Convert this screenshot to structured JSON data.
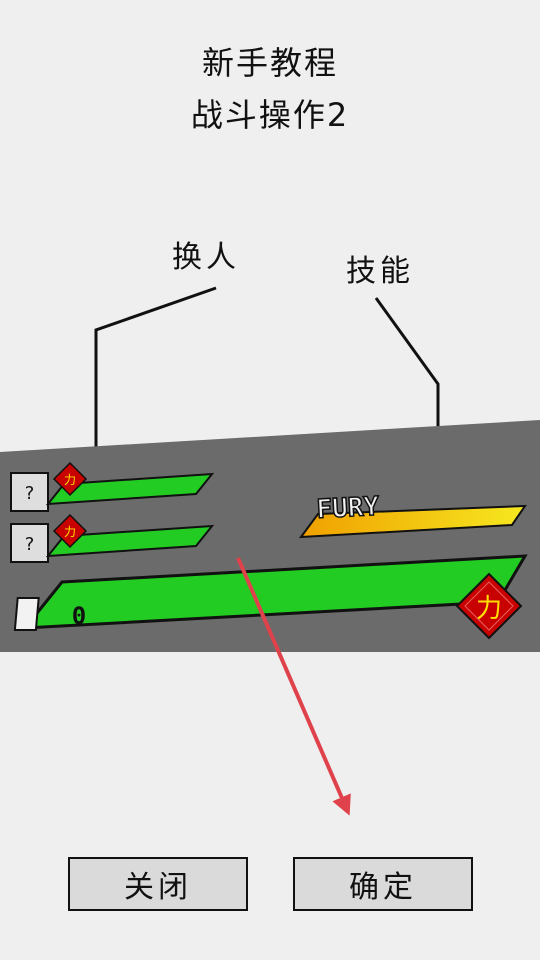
{
  "header": {
    "title": "新手教程",
    "subtitle": "战斗操作2"
  },
  "callouts": {
    "switch_character": "换人",
    "skill": "技能"
  },
  "hud": {
    "slot1_label": "?",
    "slot2_label": "?",
    "power_glyph": "力",
    "fury_label": "FURY",
    "main_counter": "0"
  },
  "buttons": {
    "close": "关闭",
    "confirm": "确定"
  },
  "colors": {
    "background": "#efefef",
    "panel": "#6b6b6b",
    "health_green": "#22cc22",
    "fury_yellow": "#f4dc18",
    "power_red": "#c80000",
    "arrow_red": "#e0424c"
  }
}
